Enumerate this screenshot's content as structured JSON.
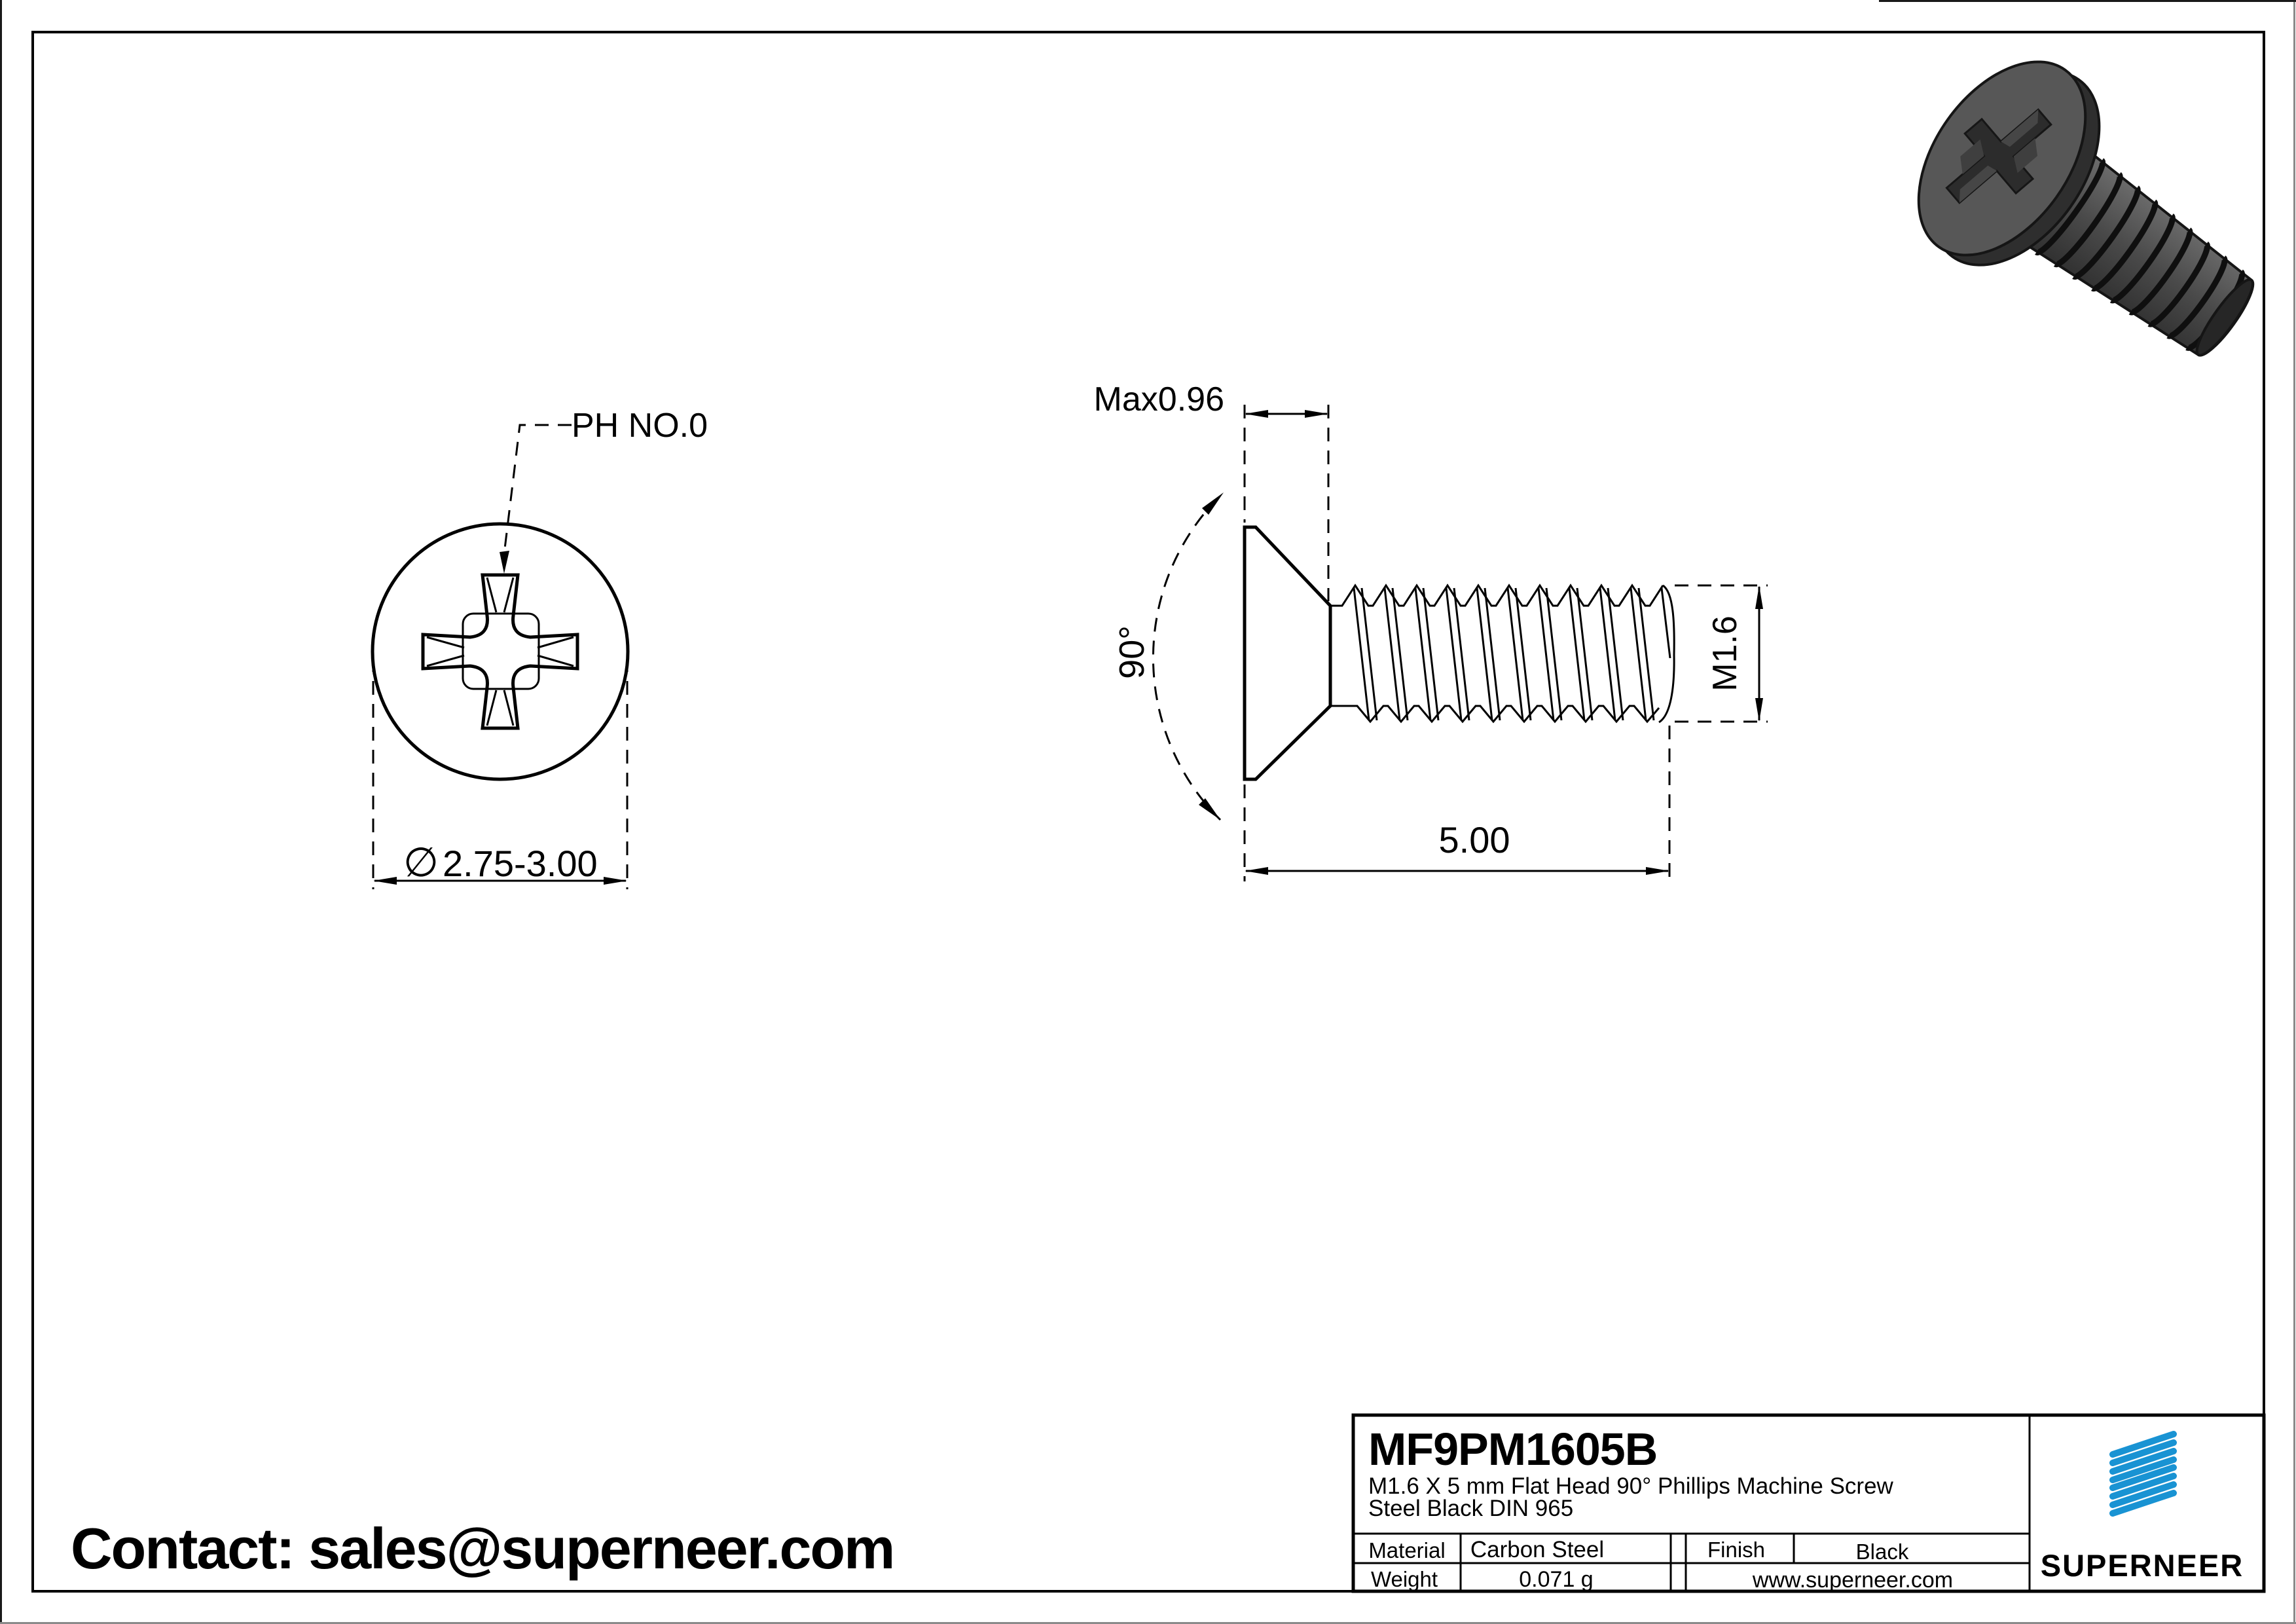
{
  "page": {
    "contact_line": "Contact: sales@superneer.com"
  },
  "views": {
    "top_view": {
      "recess_label": "PH NO.0",
      "diameter_symbol": "∅",
      "diameter_value": "2.75-3.00"
    },
    "side_view": {
      "head_height": "Max0.96",
      "countersink_angle": "90°",
      "thread_size": "M1.6",
      "length": "5.00"
    }
  },
  "title_block": {
    "part_number": "MF9PM1605B",
    "description_line1": "M1.6 X 5 mm  Flat Head 90° Phillips Machine Screw",
    "description_line2": "Steel Black DIN 965",
    "material_label": "Material",
    "material_value": "Carbon Steel",
    "finish_label": "Finish",
    "finish_value": "Black",
    "weight_label": "Weight",
    "weight_value": "0.071 g",
    "website": "www.superneer.com",
    "brand_name": "SUPERNEER"
  },
  "colors": {
    "brand_blue": "#1993d3",
    "link_blue": "#1e8fd5",
    "line_black": "#000000"
  }
}
